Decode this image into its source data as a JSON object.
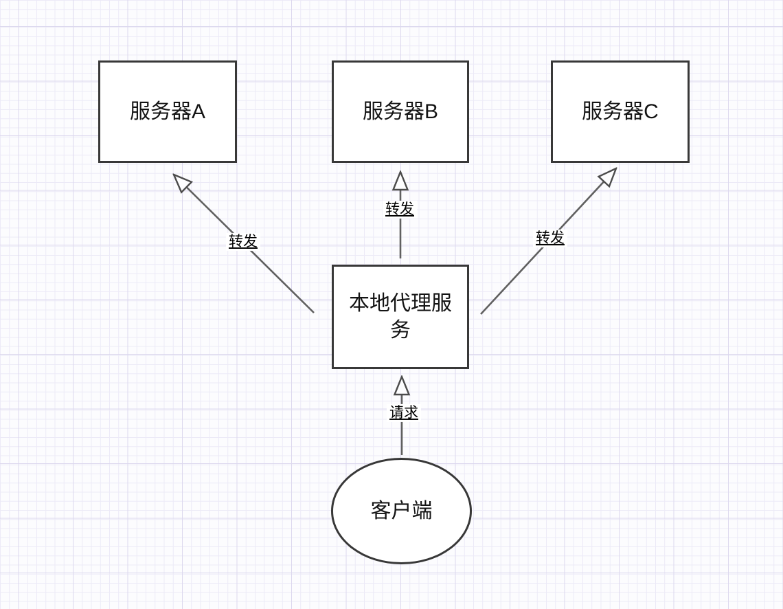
{
  "diagram": {
    "type": "flow-diagram",
    "nodes": [
      {
        "id": "server-a",
        "label": "服务器A",
        "shape": "rectangle"
      },
      {
        "id": "server-b",
        "label": "服务器B",
        "shape": "rectangle"
      },
      {
        "id": "server-c",
        "label": "服务器C",
        "shape": "rectangle"
      },
      {
        "id": "proxy",
        "label": "本地代理服务",
        "shape": "rectangle"
      },
      {
        "id": "client",
        "label": "客户端",
        "shape": "ellipse"
      }
    ],
    "edges": [
      {
        "from": "proxy",
        "to": "server-a",
        "label": "转发",
        "arrow": "open-triangle"
      },
      {
        "from": "proxy",
        "to": "server-b",
        "label": "转发",
        "arrow": "open-triangle"
      },
      {
        "from": "proxy",
        "to": "server-c",
        "label": "转发",
        "arrow": "open-triangle"
      },
      {
        "from": "client",
        "to": "proxy",
        "label": "请求",
        "arrow": "open-triangle"
      }
    ],
    "colors": {
      "canvas_background": "#fcfcfe",
      "grid_minor": "#eceaf7",
      "grid_major": "#dcd8ee",
      "node_border": "#383838",
      "node_fill": "#ffffff",
      "edge_stroke": "#606060",
      "label_text": "#141414"
    }
  }
}
